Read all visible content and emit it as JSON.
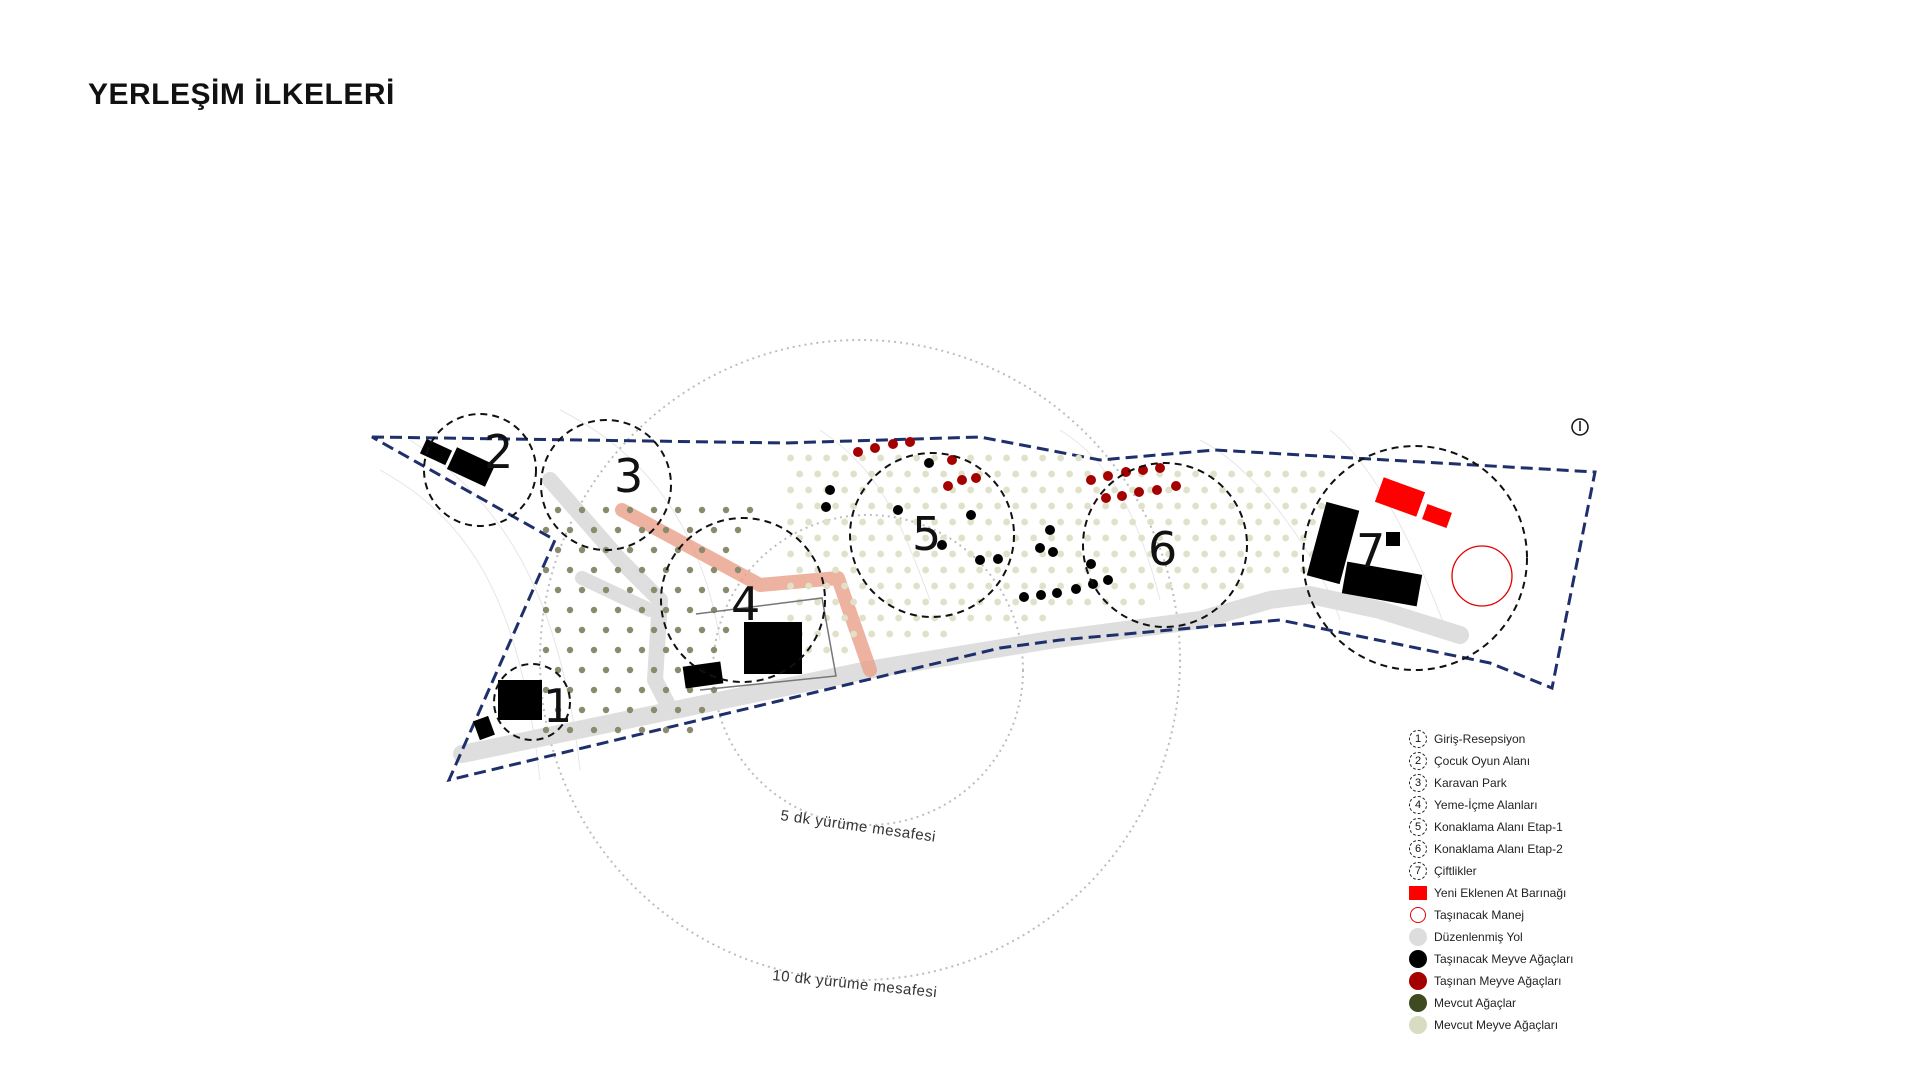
{
  "title": "YERLEŞİM İLKELERİ",
  "zones": [
    {
      "number": "1"
    },
    {
      "number": "2"
    },
    {
      "number": "3"
    },
    {
      "number": "4"
    },
    {
      "number": "5"
    },
    {
      "number": "6"
    },
    {
      "number": "7"
    }
  ],
  "walking_distances": {
    "five_min": "5 dk yürüme mesafesi",
    "ten_min": "10 dk yürüme mesafesi"
  },
  "north_arrow": {
    "icon": "north-arrow-icon"
  },
  "legend": [
    {
      "symbol": "1",
      "type": "zone",
      "label": "Giriş-Resepsiyon"
    },
    {
      "symbol": "2",
      "type": "zone",
      "label": "Çocuk Oyun Alanı"
    },
    {
      "symbol": "3",
      "type": "zone",
      "label": "Karavan Park"
    },
    {
      "symbol": "4",
      "type": "zone",
      "label": "Yeme-İçme Alanları"
    },
    {
      "symbol": "5",
      "type": "zone",
      "label": "Konaklama Alanı Etap-1"
    },
    {
      "symbol": "6",
      "type": "zone",
      "label": "Konaklama Alanı Etap-2"
    },
    {
      "symbol": "7",
      "type": "zone",
      "label": "Çiftlikler"
    },
    {
      "symbol": "",
      "type": "square",
      "color": "#ff0000",
      "label": "Yeni Eklenen At Barınağı"
    },
    {
      "symbol": "",
      "type": "ring",
      "color": "#e30000",
      "label": "Taşınacak Manej"
    },
    {
      "symbol": "",
      "type": "dot",
      "color": "#dddddd",
      "label": "Düzenlenmiş Yol"
    },
    {
      "symbol": "",
      "type": "dot",
      "color": "#000000",
      "label": "Taşınacak Meyve Ağaçları"
    },
    {
      "symbol": "",
      "type": "dot",
      "color": "#a50000",
      "label": "Taşınan Meyve Ağaçları"
    },
    {
      "symbol": "",
      "type": "dot",
      "color": "#3e4a1f",
      "label": "Mevcut Ağaçlar"
    },
    {
      "symbol": "",
      "type": "dot",
      "color": "#d8dcc0",
      "label": "Mevcut Meyve Ağaçları"
    }
  ],
  "colors": {
    "boundary": "#1f2f6b",
    "road": "#dcdcdc",
    "path": "#e8a088",
    "existing_tree": "#8a8a6e",
    "fruit_tree": "#d8dcc0",
    "moved_fruit": "#a50000",
    "to_move_fruit": "#000000",
    "new_barn": "#ff0000"
  }
}
